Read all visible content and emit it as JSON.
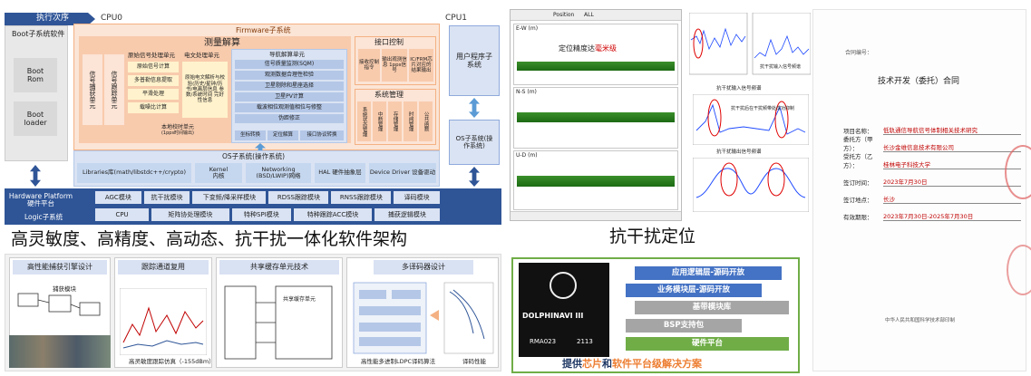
{
  "arch": {
    "exec_order": "执行次序",
    "cpu0": "CPU0",
    "cpu1": "CPU1",
    "boot_sw": "Boot子系统软件",
    "boot_rom": "Boot Rom",
    "boot_loader": "Boot loader",
    "firmware": "Firmware子系统",
    "measure": "测量解算",
    "sig_capture": "信号捕获单元",
    "sig_track": "信号跟踪单元",
    "raw_meas": "原始信号处理单元",
    "raw_items": [
      "原始信号计算",
      "多普勒信息提取",
      "平滑处理",
      "载噪比计算"
    ],
    "text_proc": "电文处理单元",
    "text_detail": "原始电文解析与校验(历史/星钟/历书/电离层信息 参数/系统时间 完好性信息",
    "nav_solve": "导航解算单元",
    "nav_items": [
      "信号质量监测(SQM)",
      "观测数据合理性检验",
      "卫星剔除和星座选择",
      "卫星PV计算",
      "载波相位观测值相位与修整",
      "伪距修正"
    ],
    "nav_bottom": [
      "坐标转换",
      "定位解算",
      "接口协议转换"
    ],
    "local_time": "本地校时单元",
    "local_time_sub": "(1pps时间输出)",
    "iface": "接口控制",
    "iface_items": [
      "接收控制指令",
      "输出观测信息 1pps信号",
      "IC/FRM芯片对应的结果输出"
    ],
    "sysmgr": "系统管理",
    "sysmgr_items": [
      "系统状态管理",
      "中断管理",
      "存储管理",
      "时间管理",
      "公共函数"
    ],
    "user_app": "用户程序子系统",
    "os_side": "OS子系统(操作系统)",
    "os_bar": "OS子系统(操作系统)",
    "libraries": "Libraries库(math/libstdc++/crypto)",
    "kernel": "Kernel 内核",
    "networking": "Networking (BSD/LWIP)网络",
    "hal": "HAL 硬件抽象层",
    "driver": "Device Driver 设备驱动",
    "hw_platform": "Hardware Platform 硬件平台",
    "logic": "Logic子系统",
    "hw_row1": [
      "AGC模块",
      "抗干扰模块",
      "下变频/降采样模块",
      "RDSS跟踪模块",
      "RNSS跟踪模块",
      "译码模块"
    ],
    "hw_row2": [
      "CPU",
      "矩阵协处理模块",
      "特种SPI模块",
      "特种跟踪ACC模块",
      "捕获逻辑模块"
    ],
    "caption": "高灵敏度、高精度、高动态、抗干扰一体化软件架构"
  },
  "bottom_left": {
    "titles": [
      "高性能捕获引擎设计",
      "跟踪通道复用",
      "共享缓存单元技术",
      "多译码器设计"
    ],
    "labels": [
      "捕获模块",
      "高灵敏度跟踪仿真（-155dBm）",
      "共享缓存单元",
      "高性能多进制LDPC译码算法",
      "译码性能"
    ]
  },
  "plots": {
    "header_a": "Position",
    "header_b": "ALL",
    "label1": "定位精度达",
    "label1_val": "毫米级",
    "pane_labels": [
      "E-W (m)",
      "N-S (m)",
      "U-D (m)"
    ],
    "caption": "抗干扰定位",
    "spec_titles": [
      "抗干扰输入信号频谱",
      "抗干扰输出信号频谱"
    ],
    "anno": [
      "抗干扰输入信号频谱",
      "抗干扰后在干扰频带处成功抑制"
    ]
  },
  "chip": {
    "brand": "DOLPHINAVI III",
    "code1": "RMA023",
    "code2": "2113",
    "layers": [
      "应用逻辑层-源码开放",
      "业务模块层-源码开放",
      "基带模块库",
      "BSP支持包",
      "硬件平台"
    ],
    "slogan_a": "提供",
    "slogan_b": "芯片",
    "slogan_c": "和",
    "slogan_d": "软件平台级解决方案"
  },
  "contract": {
    "num": "合同编号：",
    "title": "技术开发（委托）合同",
    "rows": [
      [
        "项目名称：",
        "低轨通信导航信号体制相关技术研究"
      ],
      [
        "委托方（甲方）：",
        "长沙金维信息技术有限公司"
      ],
      [
        "受托方（乙方）：",
        "桂林电子科技大学"
      ],
      [
        "签订时间：",
        "2023年7月30日"
      ],
      [
        "签订地点：",
        "长沙"
      ],
      [
        "有效期限：",
        "2023年7月30日-2025年7月30日"
      ]
    ],
    "footer": "中华人民共和国科学技术部印制"
  },
  "colors": {
    "accent": "#2f5597",
    "orange": "#fbe5d6",
    "green": "#70ad47"
  }
}
